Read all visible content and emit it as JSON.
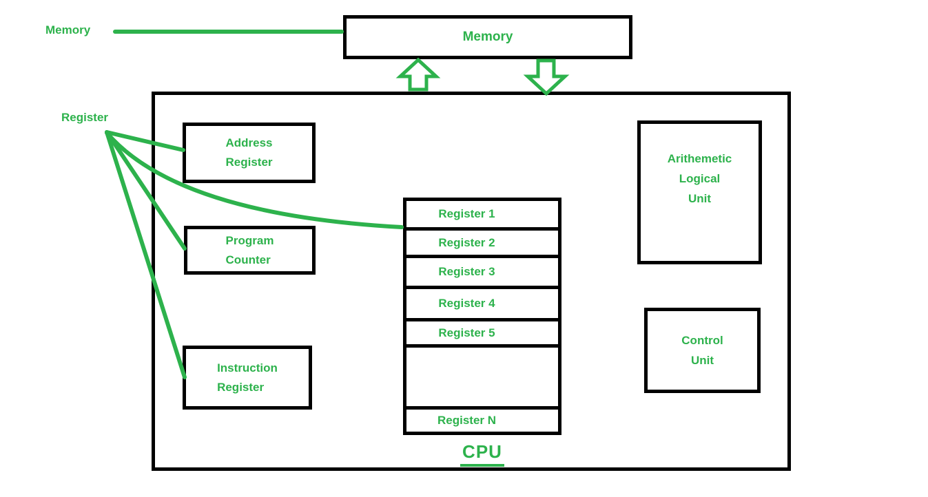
{
  "colors": {
    "accent_green": "#2db24c",
    "outline_black": "#000000"
  },
  "memory": {
    "title": "Memory",
    "pointer_label": "Memory"
  },
  "cpu": {
    "label": "CPU",
    "pointer_label": "Register",
    "address_register": {
      "line1": "Address",
      "line2": "Register"
    },
    "program_counter": {
      "line1": "Program",
      "line2": "Counter"
    },
    "instruction_register": {
      "line1": "Instruction",
      "line2": "Register"
    },
    "register_stack": {
      "rows": [
        "Register 1",
        "Register 2",
        "Register 3",
        "Register 4",
        "Register 5",
        "",
        "Register N"
      ]
    },
    "alu": {
      "line1": "Arithemetic",
      "line2": "Logical",
      "line3": "Unit"
    },
    "control_unit": {
      "line1": "Control",
      "line2": "Unit"
    }
  }
}
